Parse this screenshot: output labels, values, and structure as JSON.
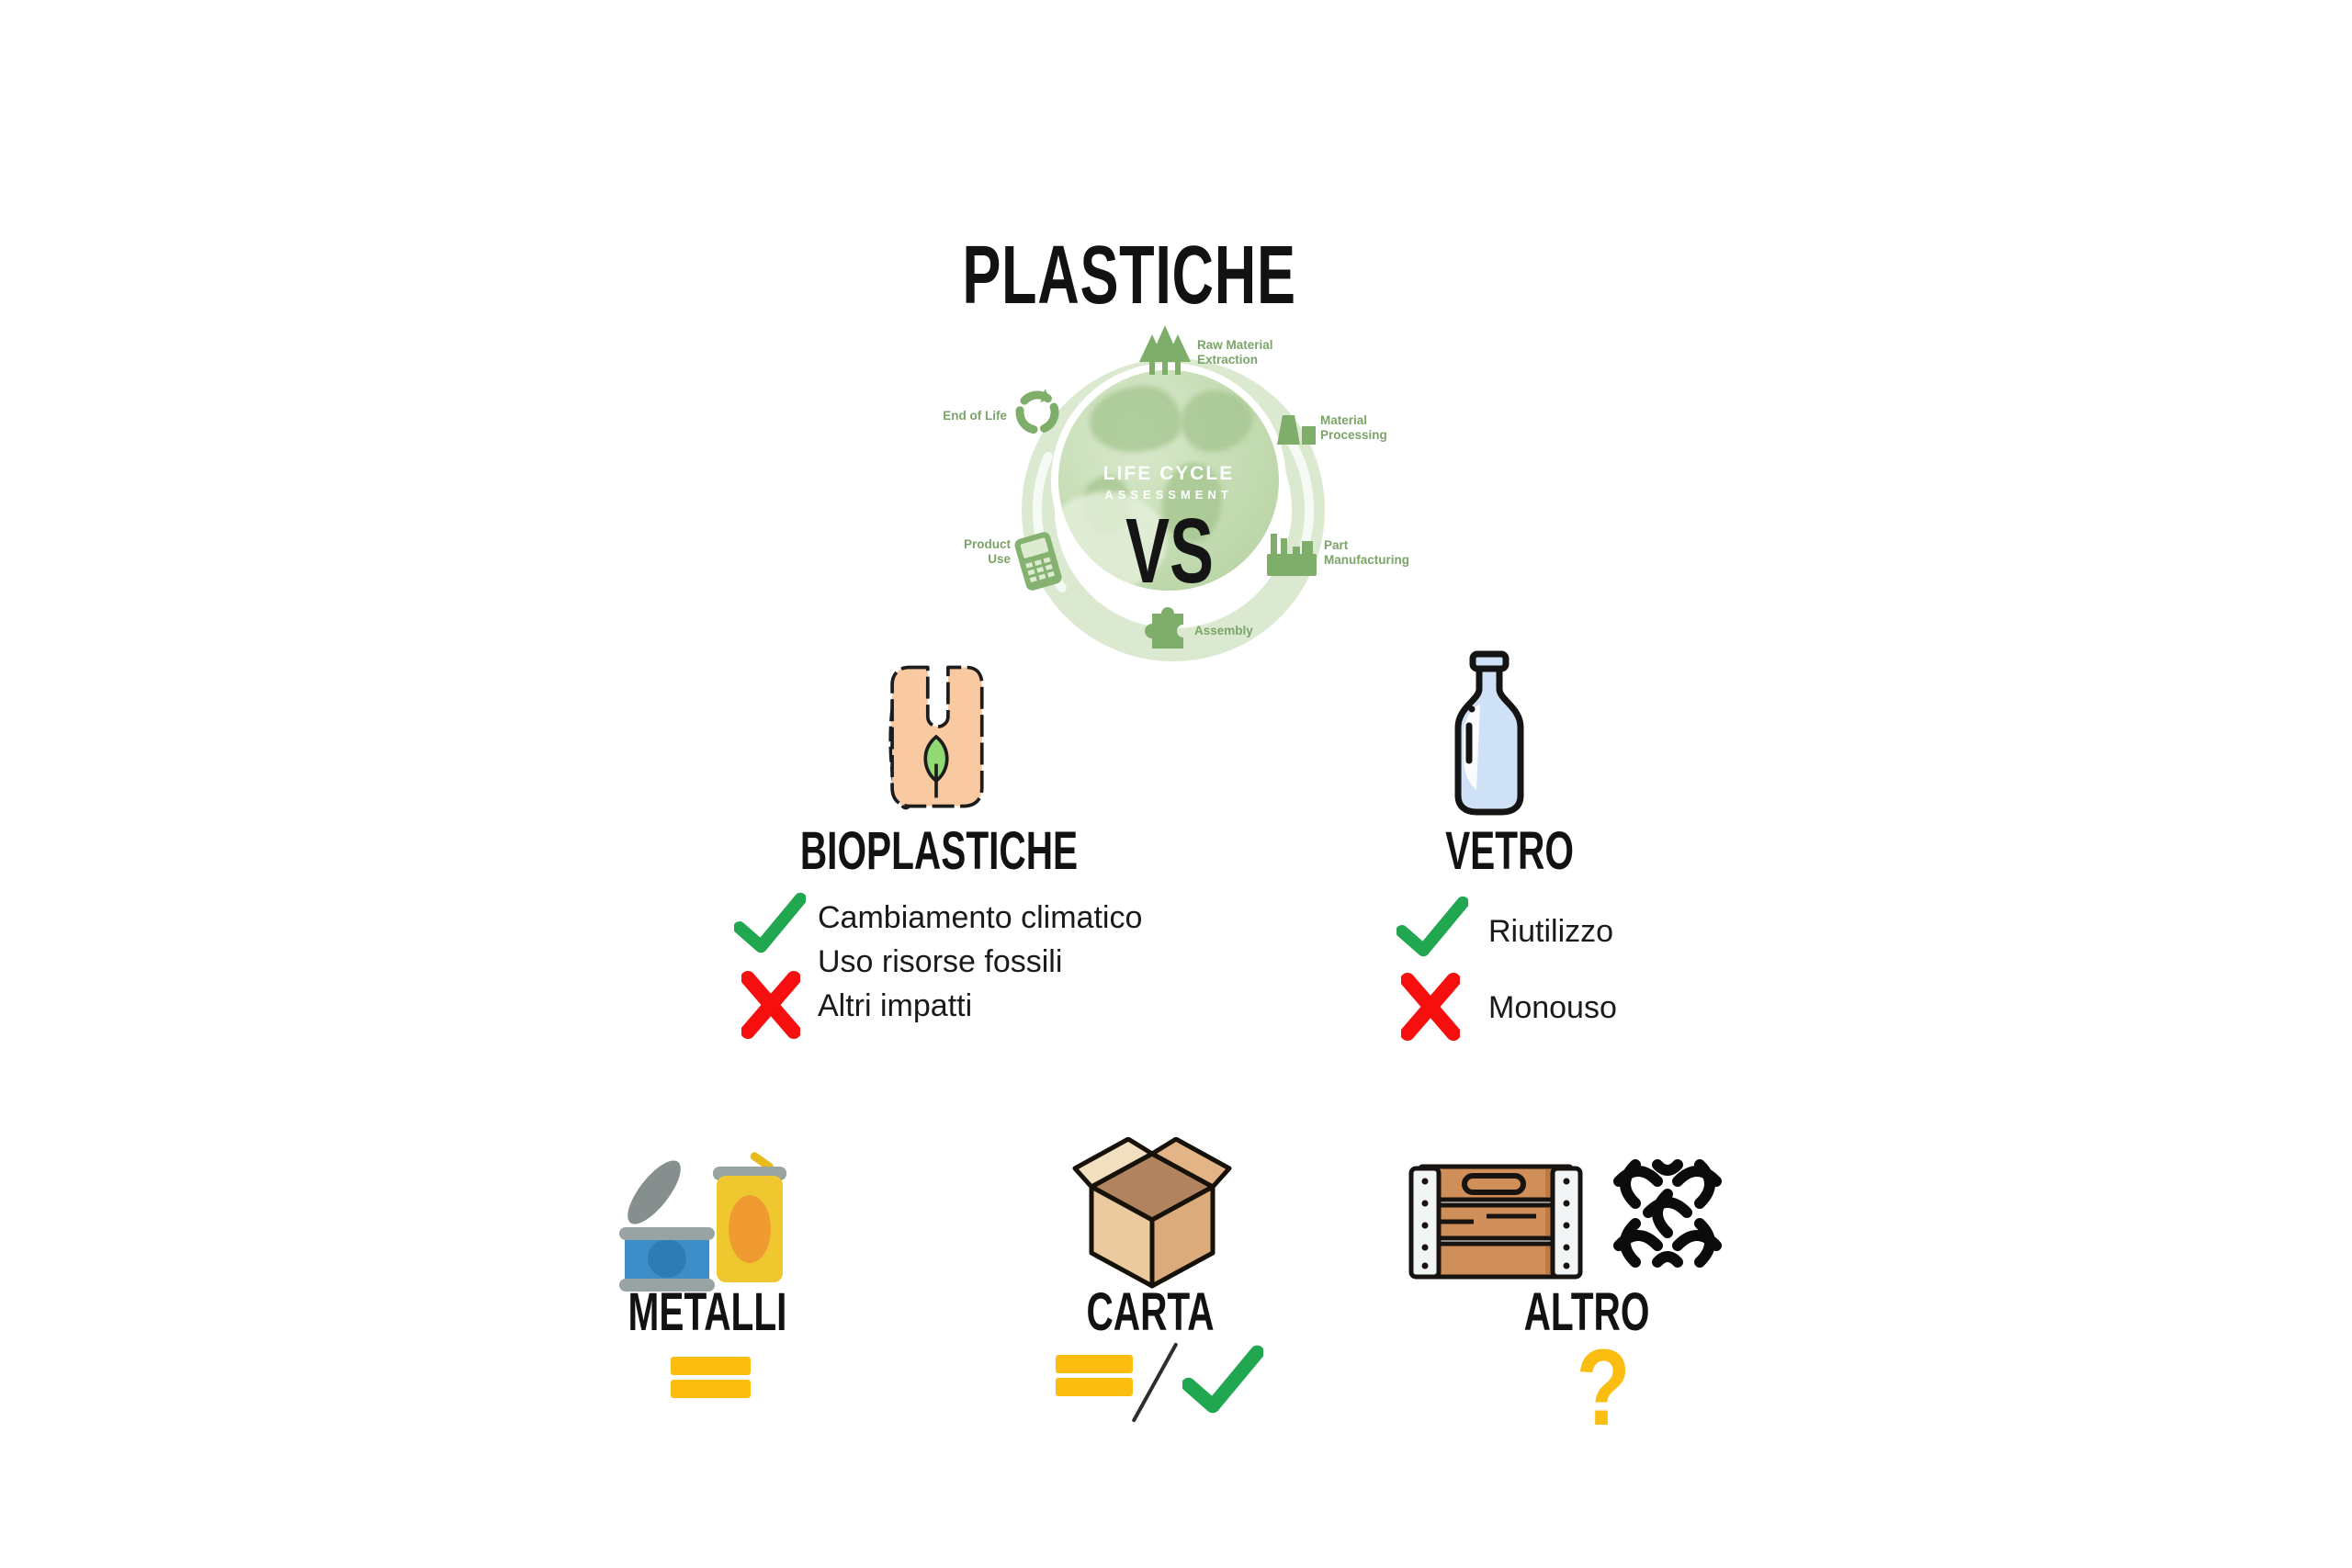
{
  "page_title": "PLASTICHE",
  "versus_label": "VS",
  "lca_graphic": {
    "center_title": "LIFE CYCLE",
    "center_subtitle": "ASSESSMENT",
    "stages": [
      {
        "name": "raw-material-extraction",
        "line1": "Raw Material",
        "line2": "Extraction"
      },
      {
        "name": "material-processing",
        "line1": "Material",
        "line2": "Processing"
      },
      {
        "name": "part-manufacturing",
        "line1": "Part",
        "line2": "Manufacturing"
      },
      {
        "name": "assembly",
        "line1": "Assembly",
        "line2": ""
      },
      {
        "name": "product-use",
        "line1": "Product",
        "line2": "Use"
      },
      {
        "name": "end-of-life",
        "line1": "End of Life",
        "line2": ""
      }
    ]
  },
  "materials": {
    "bioplastiche": {
      "title": "BIOPLASTICHE",
      "pros_line1": "Cambiamento climatico",
      "pros_line2": "Uso risorse fossili",
      "cons": "Altri impatti"
    },
    "vetro": {
      "title": "VETRO",
      "pro": "Riutilizzo",
      "con": "Monouso"
    },
    "metalli": {
      "title": "METALLI"
    },
    "carta": {
      "title": "CARTA"
    },
    "altro": {
      "title": "ALTRO",
      "verdict_symbol": "?"
    }
  },
  "colors": {
    "check_green": "#21a74f",
    "cross_red": "#f60f0f",
    "verdict_amber": "#fcbd11",
    "lca_ring_green": "#dce9d1",
    "lca_icon_green": "#7fae6b",
    "bag_peach": "#f9c9a1",
    "leaf_green": "#92d873",
    "bottle_blue": "#cfe1f6",
    "tin_blue": "#3d8dc9",
    "can_yellow": "#efc72e",
    "box_tan": "#dcab7c",
    "crate_brown": "#d08f58"
  }
}
